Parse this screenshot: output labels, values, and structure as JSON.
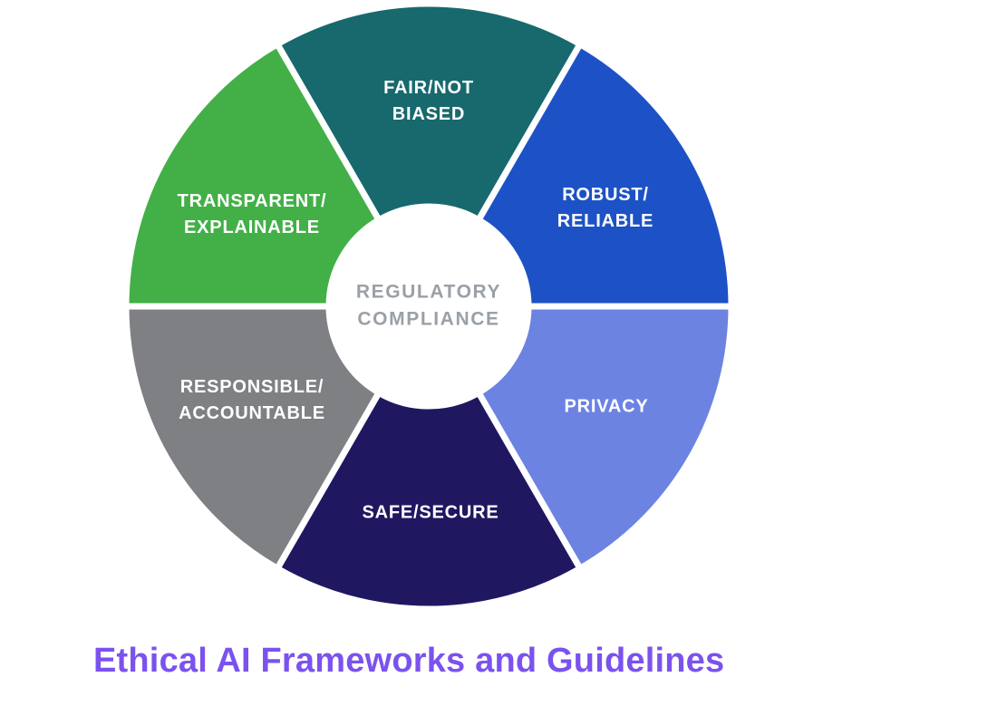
{
  "diagram": {
    "type": "donut-wheel",
    "center": {
      "line1": "REGULATORY",
      "line2": "COMPLIANCE"
    },
    "segments": [
      {
        "id": "fair-not-biased",
        "line1": "FAIR/NOT",
        "line2": "BIASED",
        "color": "#17696d"
      },
      {
        "id": "robust-reliable",
        "line1": "ROBUST/",
        "line2": "RELIABLE",
        "color": "#1d52c6"
      },
      {
        "id": "privacy",
        "line1": "PRIVACY",
        "line2": "",
        "color": "#6d83e2"
      },
      {
        "id": "safe-secure",
        "line1": "SAFE/SECURE",
        "line2": "",
        "color": "#201761"
      },
      {
        "id": "responsible-accountable",
        "line1": "RESPONSIBLE/",
        "line2": "ACCOUNTABLE",
        "color": "#7f8083"
      },
      {
        "id": "transparent-explainable",
        "line1": "TRANSPARENT/",
        "line2": "EXPLAINABLE",
        "color": "#42b047"
      }
    ]
  },
  "title": "Ethical AI Frameworks and Guidelines",
  "colors": {
    "title": "#7b52ee",
    "center_text": "#9aa0a6",
    "segment_text": "#ffffff",
    "background": "#ffffff"
  }
}
